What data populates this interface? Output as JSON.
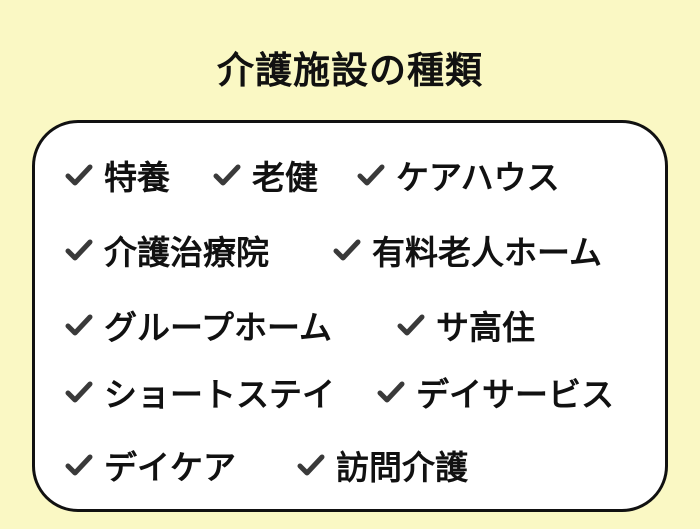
{
  "title": "介護施設の種類",
  "highlight_color": "#f7c35a",
  "items": [
    {
      "label": "特養"
    },
    {
      "label": "老健"
    },
    {
      "label": "ケアハウス"
    },
    {
      "label": "介護治療院"
    },
    {
      "label": "有料老人ホーム"
    },
    {
      "label": "グループホーム"
    },
    {
      "label": "サ高住"
    },
    {
      "label": "ショートステイ"
    },
    {
      "label": "デイサービス"
    },
    {
      "label": "デイケア"
    },
    {
      "label": "訪問介護"
    }
  ]
}
